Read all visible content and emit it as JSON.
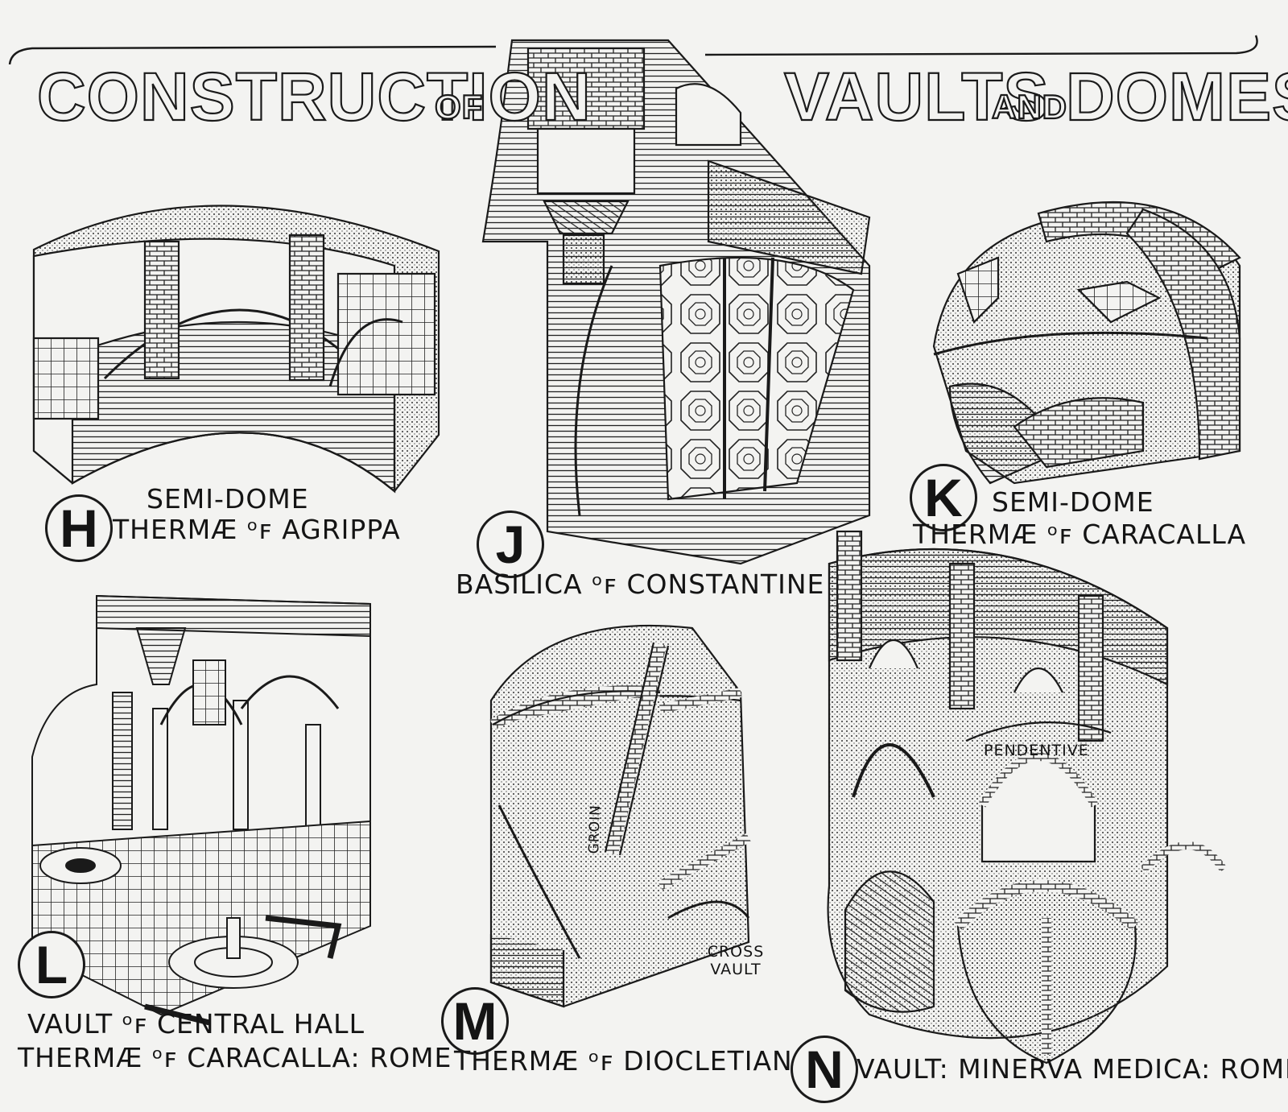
{
  "title": {
    "part1": "CONSTRUCTION",
    "of1": "OF",
    "part2": "VAULTS",
    "and": "AND",
    "part3": "DOMES"
  },
  "panels": [
    {
      "letter": "H",
      "line1": "SEMI-DOME",
      "line2": "THERMÆ ᵒꜰ AGRIPPA"
    },
    {
      "letter": "J",
      "line1": "BASILICA ᵒꜰ CONSTANTINE"
    },
    {
      "letter": "K",
      "line1": "SEMI-DOME",
      "line2": "THERMÆ ᵒꜰ CARACALLA"
    },
    {
      "letter": "L",
      "line1": "VAULT ᵒꜰ        CENTRAL HALL",
      "line2": "THERMÆ ᵒꜰ CARACALLA: ROME"
    },
    {
      "letter": "M",
      "line1": "THERMÆ ᵒꜰ DIOCLETIAN"
    },
    {
      "letter": "N",
      "line1": "VAULT: MINERVA MEDICA: ROME"
    }
  ],
  "annotations": {
    "groin": "GROIN",
    "cross_vault": "CROSS VAULT",
    "pendentive": "PENDENTIVE"
  }
}
